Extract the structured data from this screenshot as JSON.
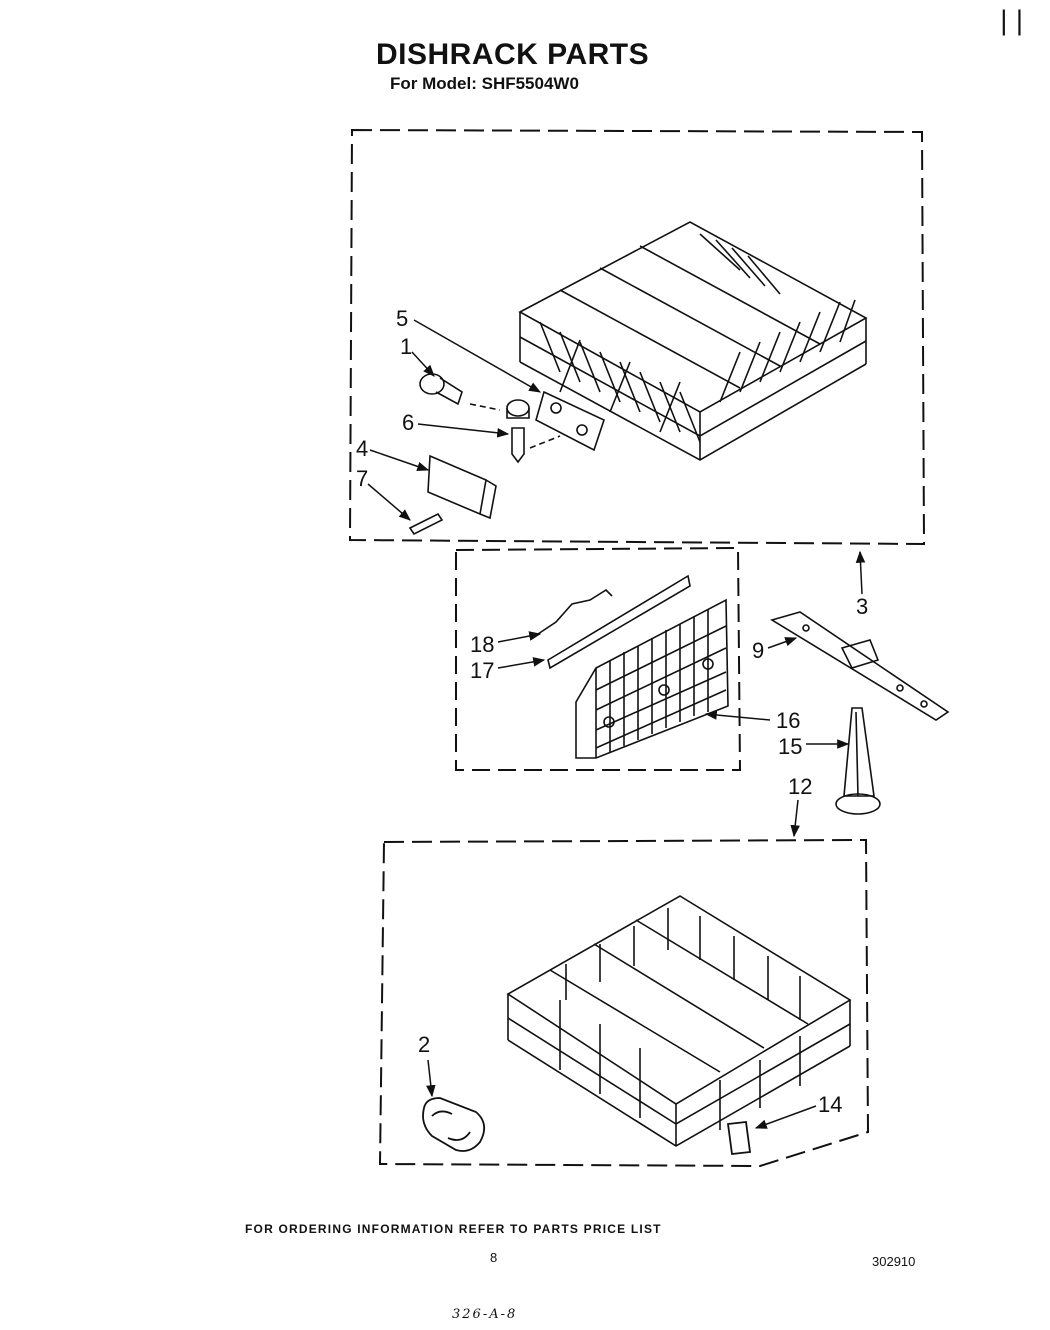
{
  "header": {
    "title": "DISHRACK PARTS",
    "subtitle": "For Model: SHF5504W0",
    "corner_mark": "||"
  },
  "footer": {
    "ordering_note": "FOR ORDERING INFORMATION REFER TO PARTS PRICE LIST",
    "page_number": "8",
    "document_number": "302910",
    "handwritten_note": "326-A-8"
  },
  "callouts": {
    "c1": "1",
    "c2": "2",
    "c3": "3",
    "c4": "4",
    "c5": "5",
    "c6": "6",
    "c7": "7",
    "c9": "9",
    "c12": "12",
    "c14": "14",
    "c15": "15",
    "c16": "16",
    "c17": "17",
    "c18": "18"
  },
  "colors": {
    "ink": "#111111",
    "paper": "#ffffff"
  }
}
